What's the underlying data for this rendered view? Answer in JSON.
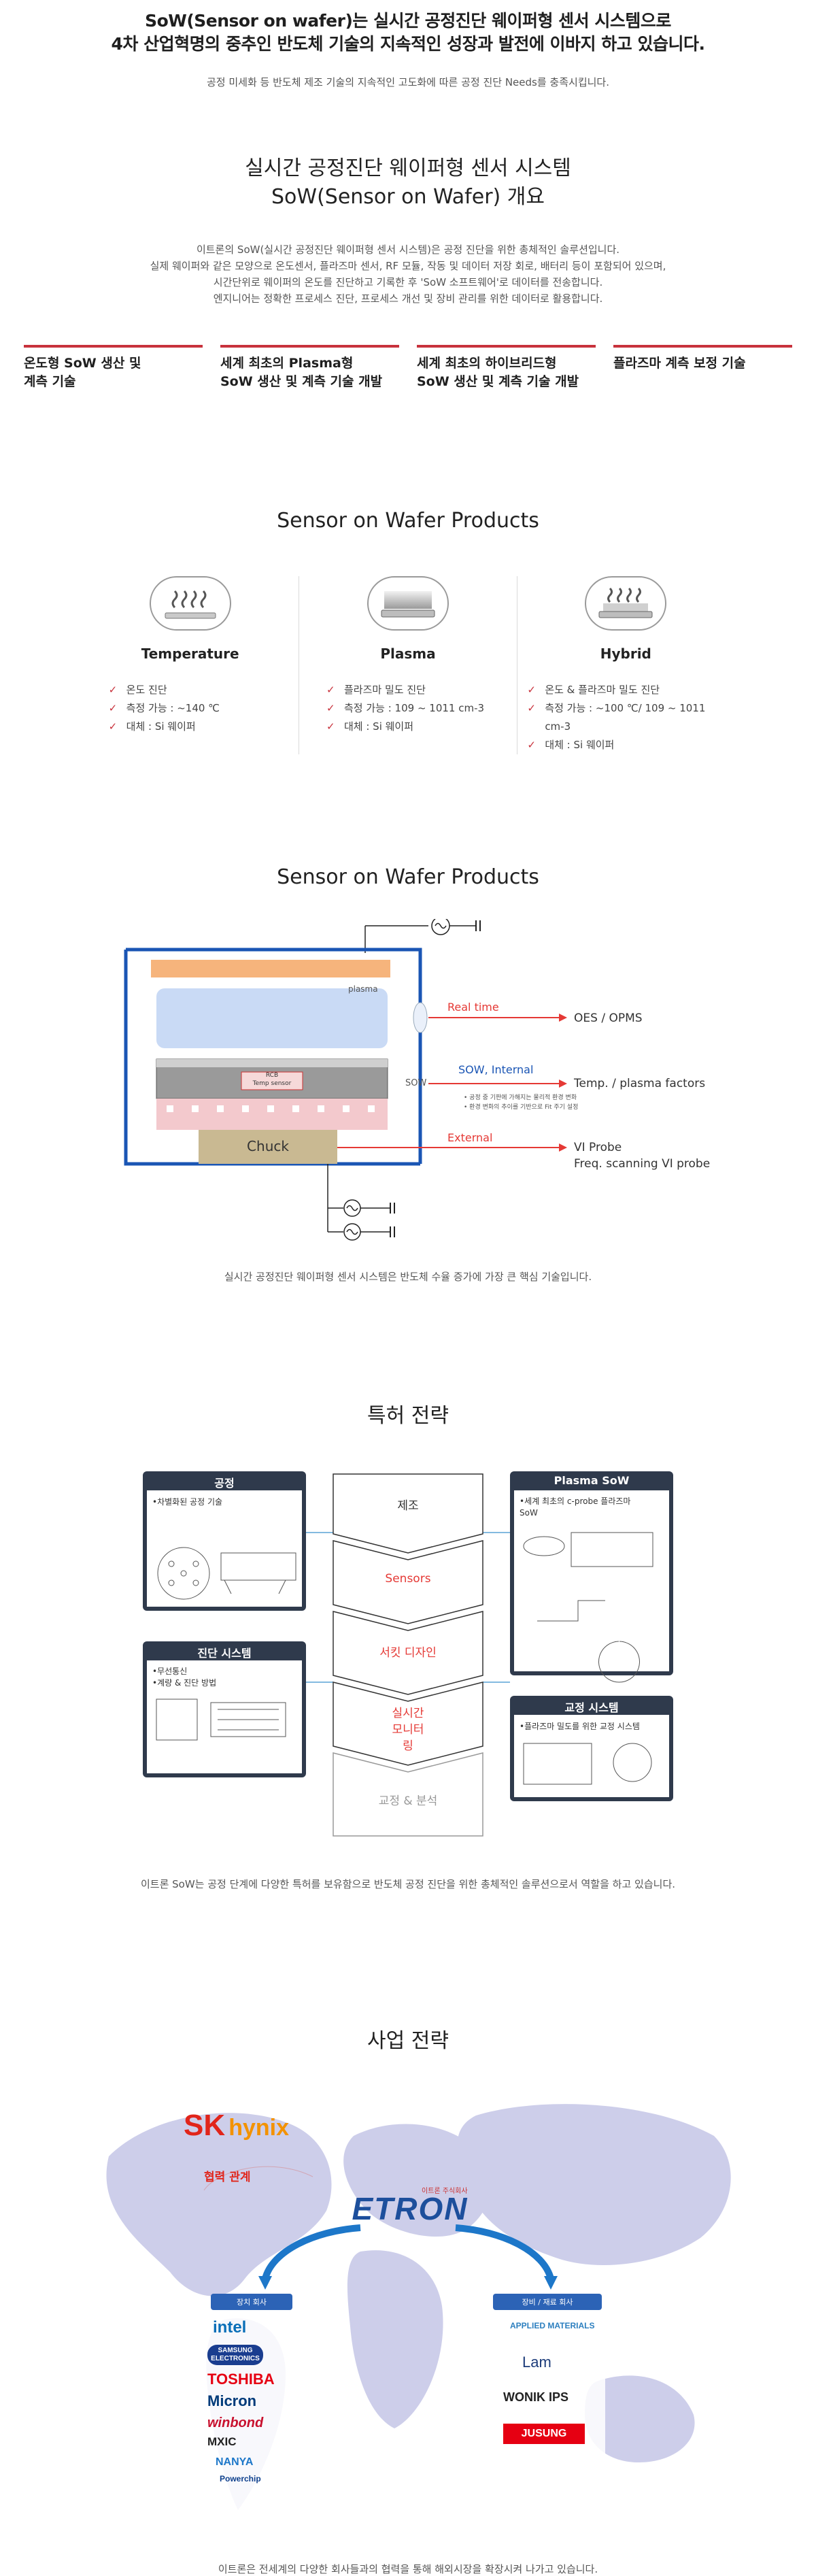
{
  "header": {
    "headline_1": "SoW(Sensor on wafer)는 실시간 공정진단 웨이퍼형 센서 시스템으로",
    "headline_2": "4차 산업혁명의 중추인 반도체 기술의 지속적인 성장과 발전에 이바지 하고 있습니다.",
    "subline": "공정 미세화 등 반도체 제조 기술의 지속적인 고도화에 따른 공정 진단 Needs를 충족시킵니다."
  },
  "intro": {
    "title_1": "실시간 공정진단 웨이퍼형 센서 시스템",
    "title_2": "SoW(Sensor on Wafer) 개요",
    "para": [
      "이트론의 SoW(실시간 공정진단 웨이퍼형 센서 시스템)은 공정 진단을 위한 총체적인 솔루션입니다.",
      "실제 웨이퍼와 같은 모양으로 온도센서, 플라즈마 센서, RF 모듈, 작동 및 데이터 저장 회로, 배터리 등이 포함되어 있으며,",
      "시간단위로 웨이퍼의 온도를 진단하고 기록한 후 'SoW 소프트웨어'로 데이터를 전송합니다.",
      "엔지니어는 정확한 프로세스 진단, 프로세스 개선 및 장비 관리를 위한 데이터로 활용합니다."
    ],
    "features": [
      {
        "line1": "온도형 SoW 생산 및",
        "line2": "계측 기술"
      },
      {
        "line1": "세계 최초의 Plasma형",
        "line2": "SoW 생산 및 계측 기술 개발"
      },
      {
        "line1": "세계 최초의 하이브리드형",
        "line2": "SoW 생산 및 계측 기술 개발"
      },
      {
        "line1": "플라즈마 계측 보정 기술",
        "line2": ""
      }
    ]
  },
  "products": {
    "title": "Sensor on Wafer Products",
    "items": [
      {
        "name": "Temperature",
        "icon": "temperature-wafer-icon",
        "specs": [
          "온도 진단",
          "측정 가능 : ~140 ℃",
          "대체 : Si 웨이퍼"
        ]
      },
      {
        "name": "Plasma",
        "icon": "plasma-wafer-icon",
        "specs": [
          "플라즈마 밀도 진단",
          "측정 가능 : 109 ~ 1011 cm-3",
          "대체 : Si 웨이퍼"
        ]
      },
      {
        "name": "Hybrid",
        "icon": "hybrid-wafer-icon",
        "specs": [
          "온도 & 플라즈마 밀도 진단",
          "측정 가능 : ~100 ℃/ 109 ~ 1011 cm-3",
          "대체 : Si 웨이퍼"
        ]
      }
    ]
  },
  "diagram": {
    "title": "Sensor on Wafer Products",
    "plasma_label": "plasma",
    "chip_label_1": "RCB",
    "chip_label_2": "Temp sensor",
    "sow_label": "SOW",
    "chuck_label": "Chuck",
    "realtime_label": "Real time",
    "realtime_target": "OES / OPMS",
    "internal_label": "SOW, Internal",
    "internal_target": "Temp. / plasma factors",
    "internal_note_1": "• 공정 중 기판에 가해지는 물리적 환경 변화",
    "internal_note_2": "• 환경 변화의 추이를 기반으로 Fit 주기 설정",
    "external_label": "External",
    "external_target_1": "VI Probe",
    "external_target_2": "Freq. scanning VI probe",
    "caption": "실시간 공정진단 웨이퍼형 센서 시스템은 반도체 수율 증가에 가장 큰 핵심 기술입니다."
  },
  "patent": {
    "title": "특허 전략",
    "box_process_title": "공정",
    "box_process_item": "•차별화된 공정 기술",
    "box_diag_title": "진단 시스템",
    "box_diag_item_1": "•무선통신",
    "box_diag_item_2": "•계량 & 진단 방법",
    "box_plasma_title": "Plasma SoW",
    "box_plasma_item_1": "•세계 최초의 c-probe 플라즈마",
    "box_plasma_item_2": "SoW",
    "box_cal_title": "교정 시스템",
    "box_cal_item": "•플라즈마 밀도를 위한 교정 시스템",
    "steps": [
      "제조",
      "Sensors",
      "서킷 디자인",
      "실시간 모니터링",
      "교정 & 분석"
    ],
    "caption": "이트론 SoW는 공정 단계에 다양한 특허를 보유함으로 반도체 공정 진단을 위한 총체적인 솔루션으로서 역할을 하고 있습니다."
  },
  "business": {
    "title": "사업 전략",
    "partner_logo": "SK hynix",
    "partner_sk": "SK",
    "partner_hynix": "hynix",
    "partner_label": "협력 관계",
    "company_small": "이트론 주식회사",
    "company_logo": "ETRON",
    "left_tag": "장치 회사",
    "right_tag": "장비 / 재료 회사",
    "left_logos": [
      "intel",
      "SAMSUNG ELECTRONICS",
      "TOSHIBA",
      "Micron",
      "winbond",
      "MXIC",
      "NANYA",
      "Powerchip"
    ],
    "right_logos": [
      "APPLIED MATERIALS",
      "Lam",
      "WONIK IPS",
      "JUSUNG"
    ],
    "caption": "이트론은 전세계의 다양한 회사들과의 협력을 통해 해외시장을 확장시켜 나가고 있습니다."
  }
}
